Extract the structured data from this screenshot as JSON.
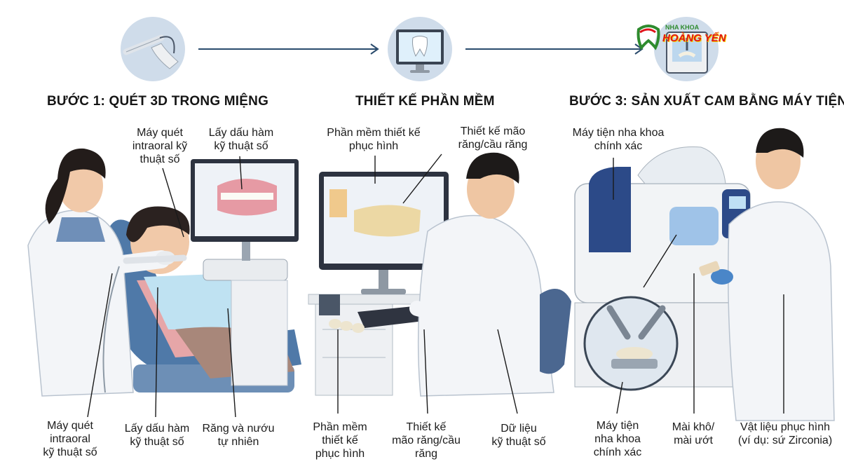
{
  "steps": [
    {
      "title": "BƯỚC 1: QUÉT 3D TRONG MIỆNG",
      "icon": "intraoral-scanner-icon"
    },
    {
      "title": "THIẾT KẾ PHẦN MỀM",
      "icon": "monitor-tooth-icon"
    },
    {
      "title": "BƯỚC 3: SẢN XUẤT CAM BẰNG MÁY TIỆN",
      "icon": "milling-machine-icon"
    }
  ],
  "logo": {
    "top": "NHA KHOA",
    "main": "HOÀNG YẾN"
  },
  "step1_labels": {
    "scanner_top": "Máy quét\nintraoral kỹ\nthuật số",
    "impression_top": "Lấy dấu hàm\nkỹ thuật số",
    "scanner_bottom": "Máy quét\nintraoral\nkỹ thuật số",
    "impression_bottom": "Lấy dấu hàm\nkỹ thuật số",
    "teeth_gums": "Răng và nướu\ntự nhiên"
  },
  "step2_labels": {
    "software_top": "Phần mềm thiết kế\nphục hình",
    "crown_top": "Thiết kế mão\nrăng/cầu răng",
    "software_bottom": "Phần mềm\nthiết kế\nphục hình",
    "crown_bottom": "Thiết kế\nmão răng/cầu\nrăng",
    "digital_data": "Dữ liệu\nkỹ thuật số"
  },
  "step3_labels": {
    "mill_top": "Máy tiện nha khoa\nchính xác",
    "mill_bottom": "Máy tiện\nnha khoa\nchính xác",
    "dry_wet": "Mài khô/\nmài ướt",
    "material": "Vật liệu phục hình\n(ví dụ: sứ Zirconia)"
  },
  "colors": {
    "arrow": "#2a4b6d",
    "icon_bg": "#cfdcea",
    "coat": "#f3f5f8",
    "scrub_blue": "#6f8fb8",
    "logo_red": "#e0131a",
    "logo_green": "#2e8b2e"
  }
}
